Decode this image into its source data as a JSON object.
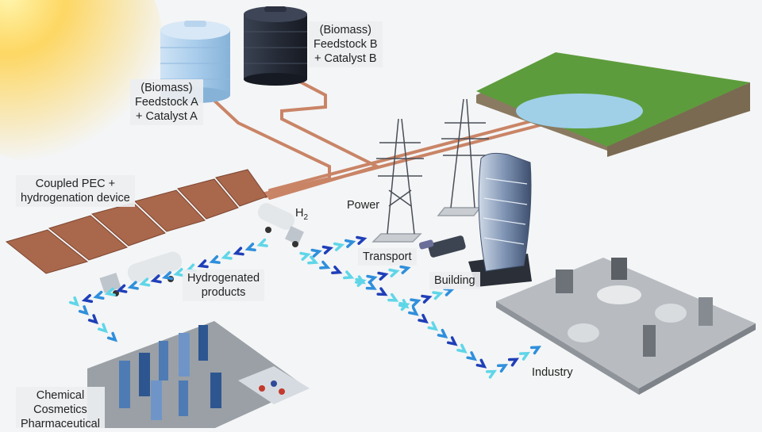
{
  "labels": {
    "feedstock_a": [
      "(Biomass)",
      "Feedstock A",
      "+ Catalyst A"
    ],
    "feedstock_b": [
      "(Biomass)",
      "Feedstock B",
      "+ Catalyst B"
    ],
    "pec_device": [
      "Coupled PEC +",
      "hydrogenation device"
    ],
    "h2": {
      "base": "H",
      "sub": "2"
    },
    "power": "Power",
    "transport": "Transport",
    "building": "Building",
    "industry": "Industry",
    "hydrogenated_products": [
      "Hydrogenated",
      "products"
    ],
    "applications": [
      "Chemical",
      "Cosmetics",
      "Pharmaceutical"
    ]
  },
  "colors": {
    "arrow_light": "#5fd6e8",
    "arrow_mid": "#2f8fdc",
    "arrow_dark": "#1f3fb8",
    "pipe": "#c98466",
    "panel": "#a9674c",
    "tank_a": "#a9cdec",
    "tank_b": "#2a3140",
    "grass": "#5d9c3c",
    "water": "#9fd0e8",
    "soil": "#8a7a62"
  },
  "icons": [
    "sun-icon",
    "water-tank-icon",
    "transmission-tower-icon",
    "tanker-truck-icon",
    "bus-icon",
    "car-icon",
    "skyscraper-icon",
    "refinery-icon",
    "chemical-plant-icon"
  ]
}
